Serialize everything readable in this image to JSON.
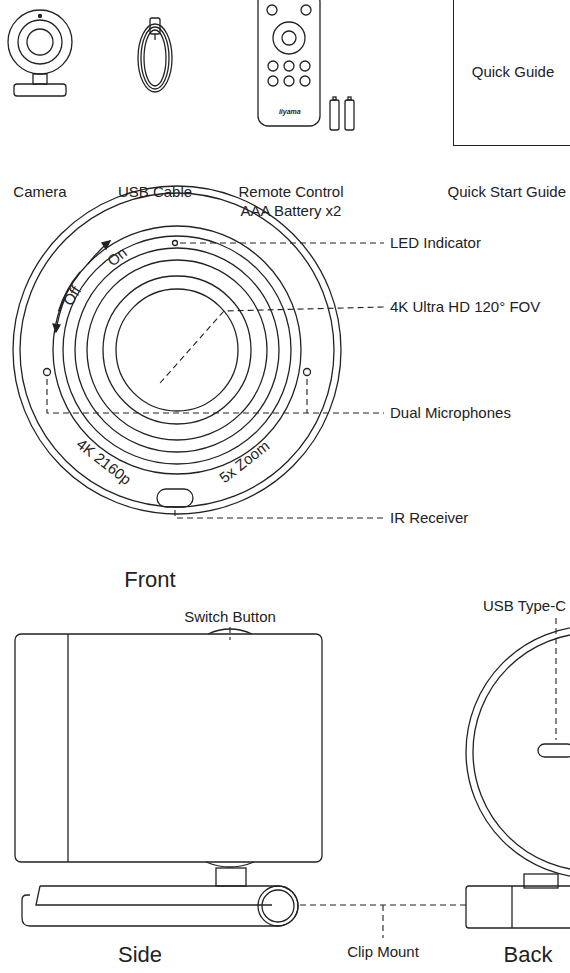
{
  "diagram": {
    "nodes": [
      {
        "text": [
          "Quick Guide"
        ]
      }
    ],
    "labels": [
      "Camera",
      "USB Cable",
      "Remote Control",
      "AAA Battery x2",
      "Quick Start Guide",
      "iiyama",
      "LED Indicator",
      "4K Ultra HD 120° FOV",
      "Dual Microphones",
      "IR Receiver",
      "On",
      "Off",
      "4K 2160p",
      "5x Zoom",
      "Front",
      "Switch Button",
      "USB Type-C",
      "Side",
      "Clip Mount",
      "Back"
    ]
  }
}
